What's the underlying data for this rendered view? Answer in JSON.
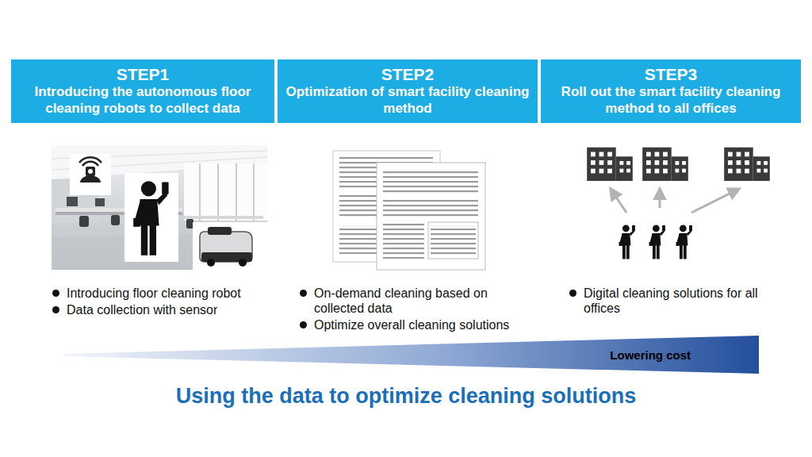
{
  "diagram": {
    "caption": "Using the data to optimize cleaning solutions",
    "nodes": [
      {
        "text": [
          "STEP1",
          "Introducing the autonomous floor cleaning robots to collect data"
        ]
      },
      {
        "text": [
          "STEP2",
          "Optimization of smart facility cleaning method"
        ]
      },
      {
        "text": [
          "STEP3",
          "Roll out the smart facility cleaning method to all offices"
        ]
      },
      {
        "text": [
          "Lowering cost"
        ]
      }
    ],
    "labels": [
      "Introducing floor cleaning robot",
      "Data collection with sensor",
      "On-demand cleaning based on collected data",
      "Optimize overall cleaning solutions",
      "Digital cleaning solutions for all offices"
    ]
  }
}
